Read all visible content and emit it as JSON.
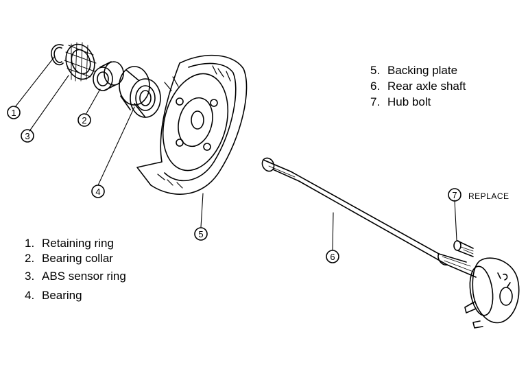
{
  "callouts": {
    "c1": "1",
    "c2": "2",
    "c3": "3",
    "c4": "4",
    "c5": "5",
    "c6": "6",
    "c7": "7"
  },
  "note_replace": "REPLACE",
  "legend_left": [
    {
      "num": "1.",
      "label": "Retaining ring"
    },
    {
      "num": "2.",
      "label": "Bearing collar"
    },
    {
      "num": "3.",
      "label": "ABS sensor ring"
    },
    {
      "num": "4.",
      "label": "Bearing"
    }
  ],
  "legend_right": [
    {
      "num": "5.",
      "label": "Backing plate"
    },
    {
      "num": "6.",
      "label": "Rear axle shaft"
    },
    {
      "num": "7.",
      "label": "Hub bolt"
    }
  ]
}
